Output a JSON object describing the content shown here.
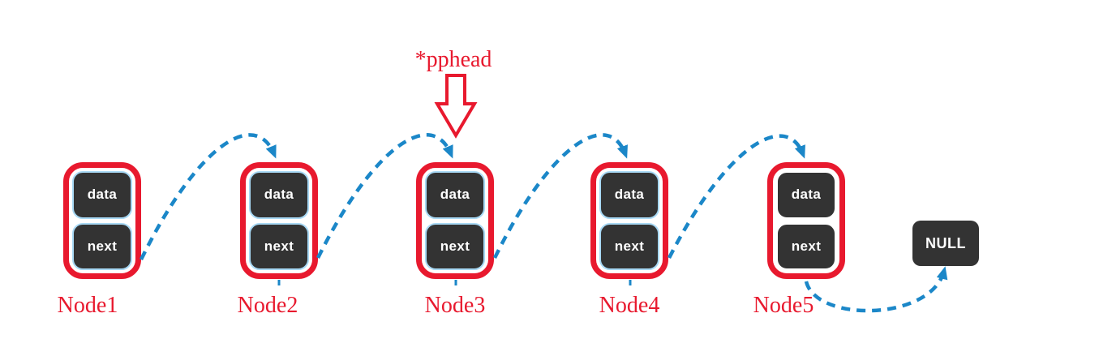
{
  "diagram": {
    "pointer_label": "*pphead",
    "null_label": "NULL",
    "nodes": [
      {
        "label": "Node1",
        "fields": [
          "data",
          "next"
        ]
      },
      {
        "label": "Node2",
        "fields": [
          "data",
          "next"
        ]
      },
      {
        "label": "Node3",
        "fields": [
          "data",
          "next"
        ]
      },
      {
        "label": "Node4",
        "fields": [
          "data",
          "next"
        ]
      },
      {
        "label": "Node5",
        "fields": [
          "data",
          "next"
        ]
      }
    ],
    "colors": {
      "node_border": "#e8192e",
      "arrow": "#1b87c8",
      "cell_accent": "#a8d9f5",
      "cell_bg": "#333333",
      "label_text": "#e8192e"
    }
  }
}
